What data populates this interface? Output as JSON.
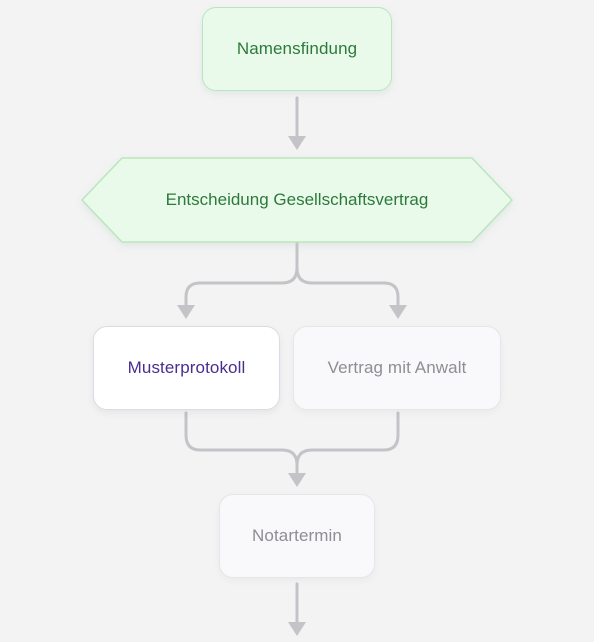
{
  "nodes": {
    "namensfindung": "Namensfindung",
    "entscheidung": "Entscheidung Gesellschaftsvertrag",
    "musterprotokoll": "Musterprotokoll",
    "vertrag_anwalt": "Vertrag mit Anwalt",
    "notartermin": "Notartermin"
  },
  "colors": {
    "green_fill": "#eafaea",
    "green_stroke": "#b9e6bd",
    "green_text": "#2c7a3b",
    "purple_text": "#4b2d91",
    "gray_text": "#8e8e93",
    "connector": "#c4c4c8"
  }
}
